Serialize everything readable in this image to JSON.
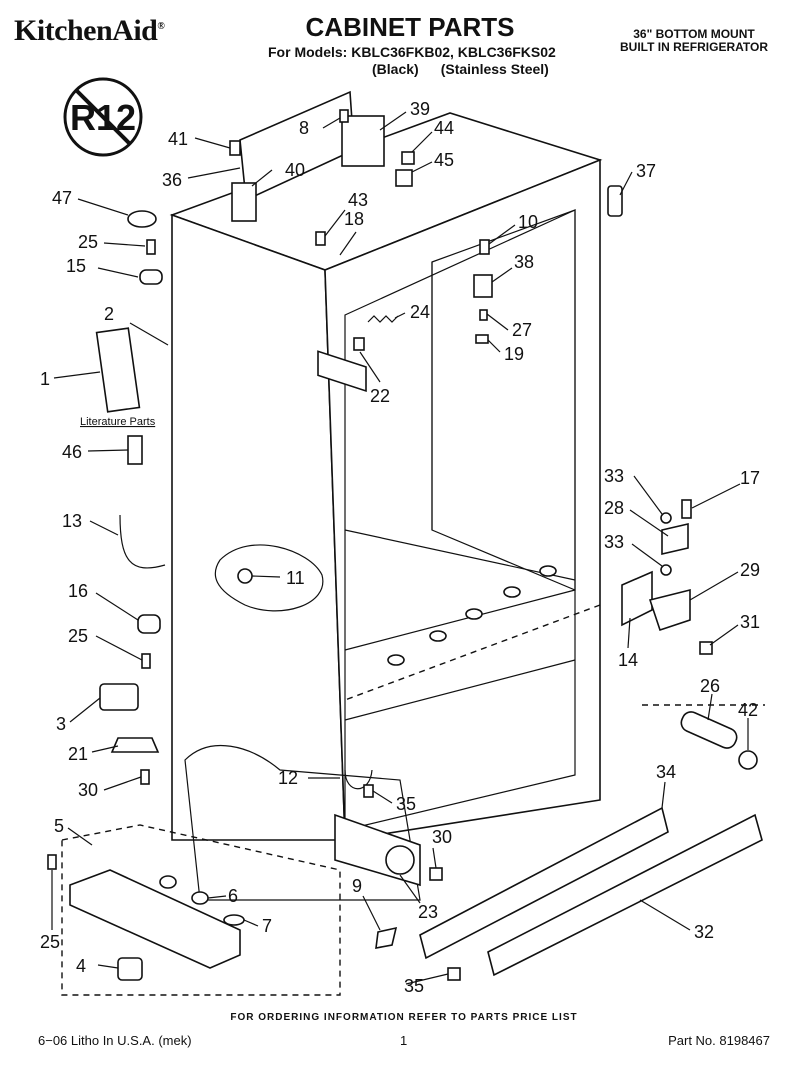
{
  "header": {
    "brand": "KitchenAid",
    "title": "CABINET PARTS",
    "models_line": "For Models: KBLC36FKB02, KBLC36FKS02",
    "variant_black": "(Black)",
    "variant_stainless": "(Stainless Steel)",
    "type_line1": "36\" BOTTOM MOUNT",
    "type_line2": "BUILT IN REFRIGERATOR",
    "r12_badge": "R12"
  },
  "literature_label": "Literature Parts",
  "callouts": [
    "1",
    "2",
    "3",
    "4",
    "5",
    "6",
    "7",
    "8",
    "9",
    "10",
    "11",
    "12",
    "13",
    "14",
    "15",
    "16",
    "17",
    "18",
    "19",
    "21",
    "22",
    "23",
    "24",
    "25",
    "25",
    "25",
    "26",
    "27",
    "28",
    "29",
    "30",
    "30",
    "31",
    "32",
    "33",
    "33",
    "34",
    "35",
    "35",
    "36",
    "37",
    "38",
    "39",
    "40",
    "41",
    "42",
    "43",
    "44",
    "45",
    "46",
    "47"
  ],
  "footer": {
    "note": "FOR ORDERING INFORMATION REFER TO PARTS PRICE LIST",
    "litho": "6−06 Litho In U.S.A. (mek)",
    "page": "1",
    "part_no": "Part No. 8198467"
  }
}
